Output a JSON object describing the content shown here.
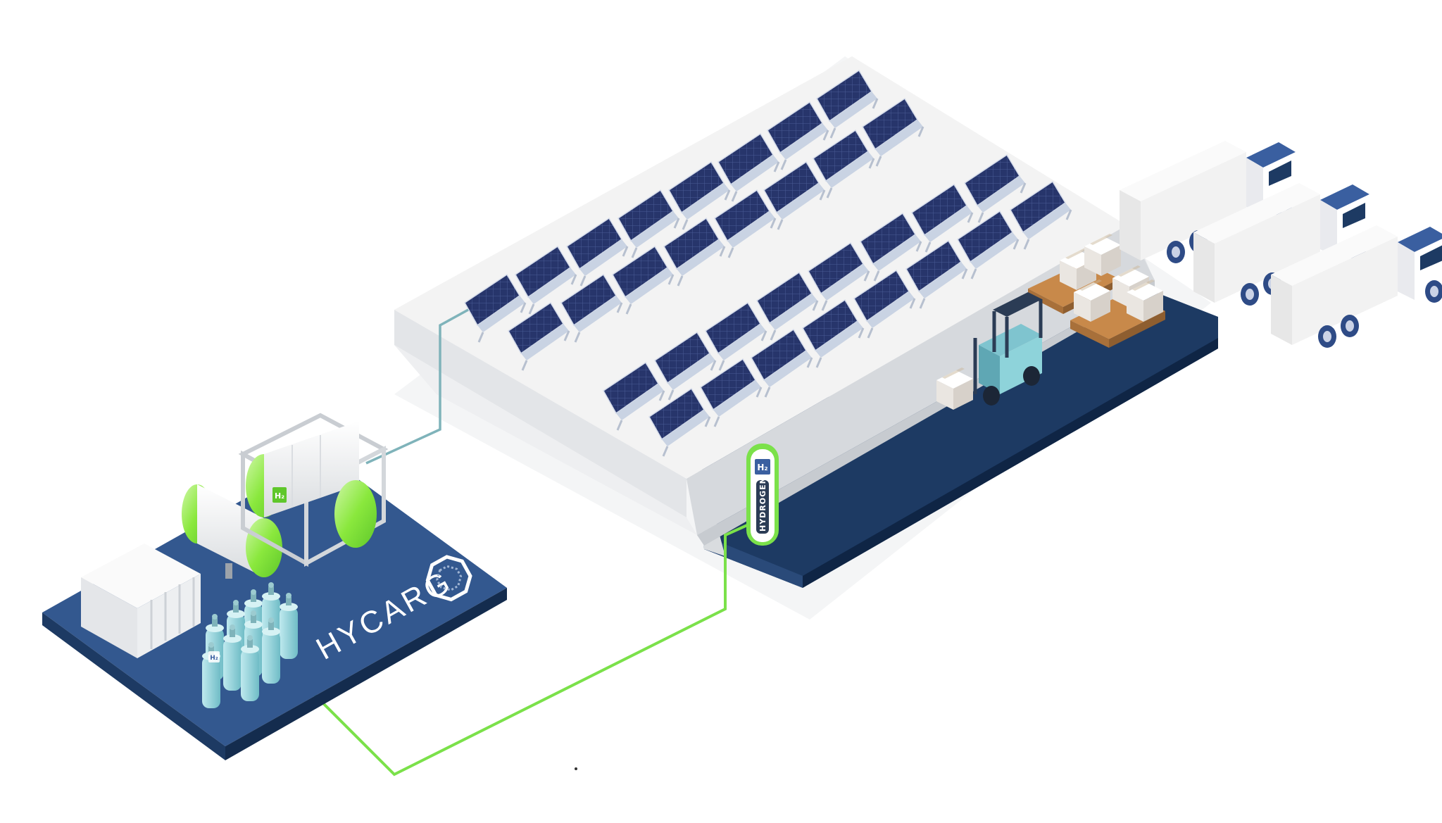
{
  "brand": {
    "name": "HYCARG",
    "logo_icon": "octagon-ring-icon"
  },
  "pump": {
    "badge": "H₂",
    "label": "HYDROGEN"
  },
  "tank": {
    "badge": "H₂"
  },
  "cylinder": {
    "badge": "H₂"
  },
  "colors": {
    "green_line": "#7BE14A",
    "teal_line": "#7FB3BA",
    "navy": "#1D3A63",
    "platform_blue": "#33588F",
    "accent_blue": "#3A5FA0",
    "tank_green": "#8AE83D",
    "cylinder_teal": "#8ED3DA",
    "roof": "#F3F3F3",
    "solar_panel": "#27356B"
  },
  "icons": [
    "solar-panel-icon",
    "hydrogen-tank-icon",
    "hydrogen-container-icon",
    "gas-cylinder-icon",
    "electrolyzer-icon",
    "hydrogen-pump-icon",
    "forklift-icon",
    "cargo-box-icon",
    "pallet-icon",
    "truck-icon"
  ]
}
